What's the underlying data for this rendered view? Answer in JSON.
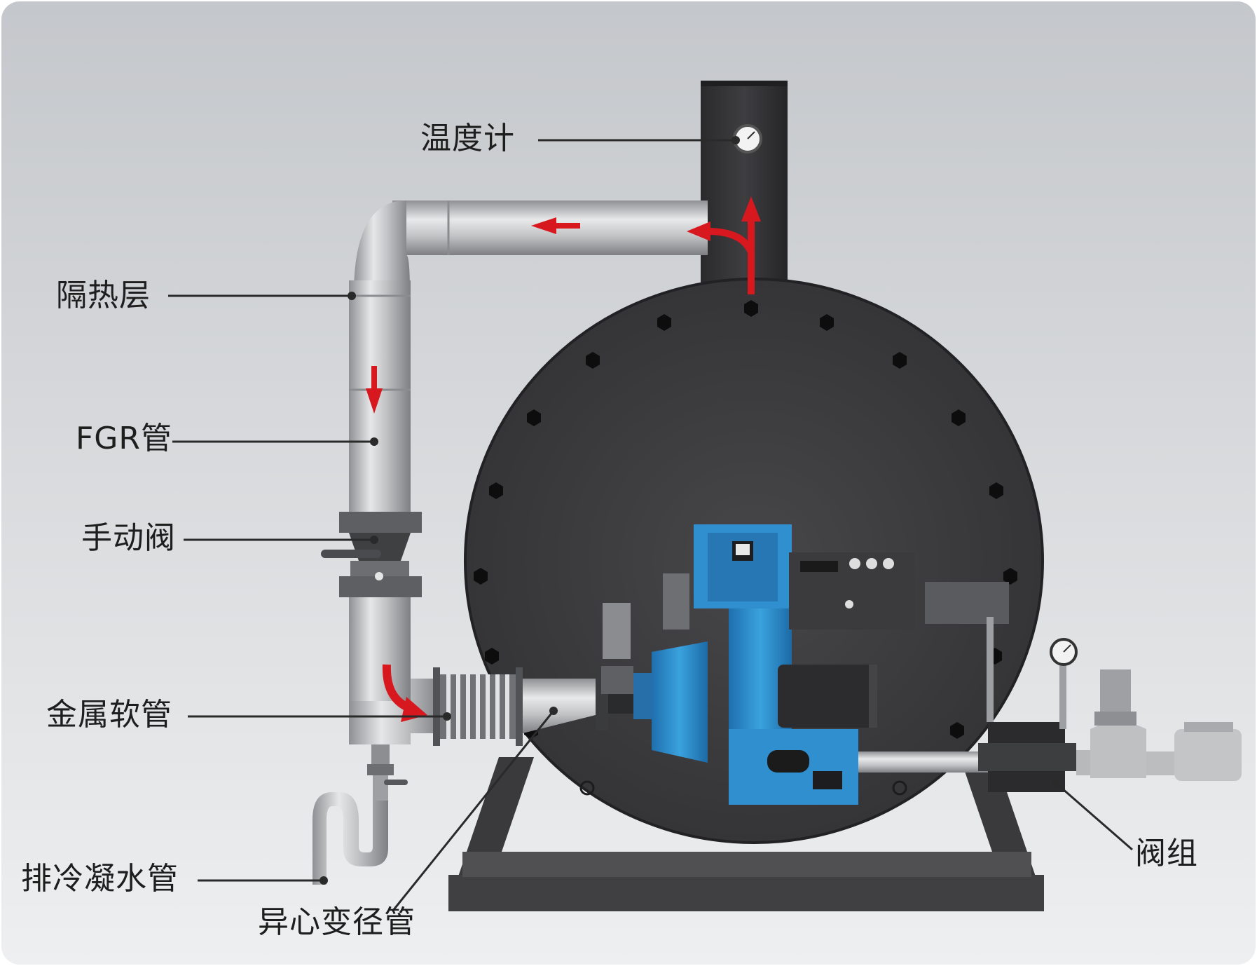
{
  "labels": {
    "thermometer": "温度计",
    "insulation": "隔热层",
    "fgr_pipe": "FGR管",
    "manual_valve": "手动阀",
    "metal_hose": "金属软管",
    "condensate_drain": "排冷凝水管",
    "eccentric_reducer": "异心变径管",
    "valve_group": "阀组"
  },
  "colors": {
    "background_top": "#c4c7cb",
    "background_bottom": "#eeeff0",
    "boiler_body": "#3c3c3e",
    "burner_blue": "#2f8fcf",
    "flow_arrow": "#d7181f",
    "pipe_gray": "#c8c9cb",
    "leader_line": "#2a2a2a"
  },
  "icons": [
    "thermometer-gauge-icon",
    "pressure-gauge-icon",
    "flow-arrow-icon"
  ]
}
